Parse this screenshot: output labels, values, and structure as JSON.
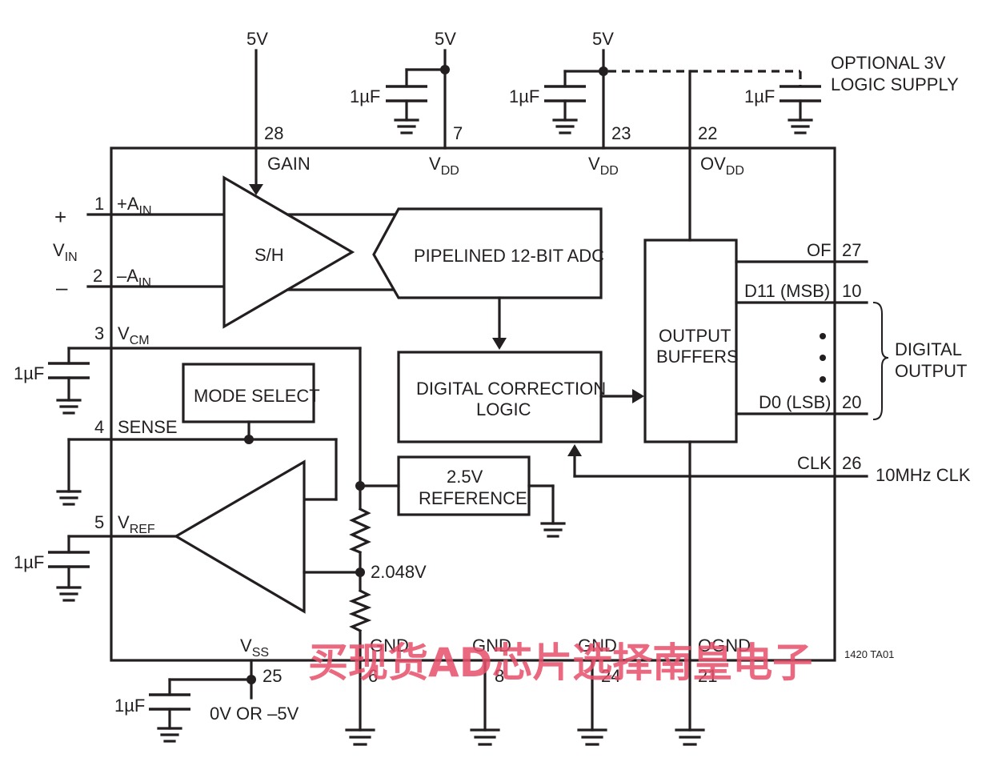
{
  "supplies": {
    "v5_gain": "5V",
    "v5_vdd7": "5V",
    "v5_vdd23": "5V"
  },
  "optional_supply": {
    "line1": "OPTIONAL 3V",
    "line2": "LOGIC SUPPLY"
  },
  "cap_labels": {
    "c7": "1µF",
    "c23": "1µF",
    "c_opt": "1µF",
    "c_vcm": "1µF",
    "c_vref": "1µF",
    "c_vss": "1µF"
  },
  "pins": {
    "p28": "28",
    "p7": "7",
    "p23": "23",
    "p22": "22",
    "p1": "1",
    "p2": "2",
    "p3": "3",
    "p4": "4",
    "p5": "5",
    "p27": "27",
    "p10": "10",
    "p20": "20",
    "p26": "26",
    "p25": "25",
    "p6": "6",
    "p8": "8",
    "p24": "24",
    "p21": "21"
  },
  "pin_names": {
    "gain": "GAIN",
    "vdd_a": "V",
    "vdd_a_sub": "DD",
    "vdd_b": "V",
    "vdd_b_sub": "DD",
    "ovdd": "OV",
    "ovdd_sub": "DD",
    "ain_pos": "+A",
    "ain_pos_sub": "IN",
    "ain_neg": "–A",
    "ain_neg_sub": "IN",
    "vcm": "V",
    "vcm_sub": "CM",
    "sense": "SENSE",
    "vref": "V",
    "vref_sub": "REF",
    "vss": "V",
    "vss_sub": "SS",
    "gnd6": "GND",
    "gnd8": "GND",
    "gnd24": "GND",
    "ognd": "OGND",
    "of": "OF",
    "d11": "D11 (MSB)",
    "d0": "D0 (LSB)",
    "clk": "CLK"
  },
  "input": {
    "plus": "+",
    "minus": "–",
    "vin": "V",
    "vin_sub": "IN"
  },
  "blocks": {
    "sh": "S/H",
    "adc": "PIPELINED 12-BIT ADC",
    "dcl_line1": "DIGITAL CORRECTION",
    "dcl_line2": "LOGIC",
    "buf_line1": "OUTPUT",
    "buf_line2": "BUFFERS",
    "mode": "MODE SELECT",
    "ref_line1": "2.5V",
    "ref_line2": "REFERENCE"
  },
  "node_labels": {
    "v2048": "2.048V",
    "vss_supply": "0V OR –5V",
    "clk_in": "10MHz CLK"
  },
  "digital_output": {
    "line1": "DIGITAL",
    "line2": "OUTPUT"
  },
  "figure_id": "1420 TA01",
  "watermark": "买现货AD芯片选择南皇电子"
}
